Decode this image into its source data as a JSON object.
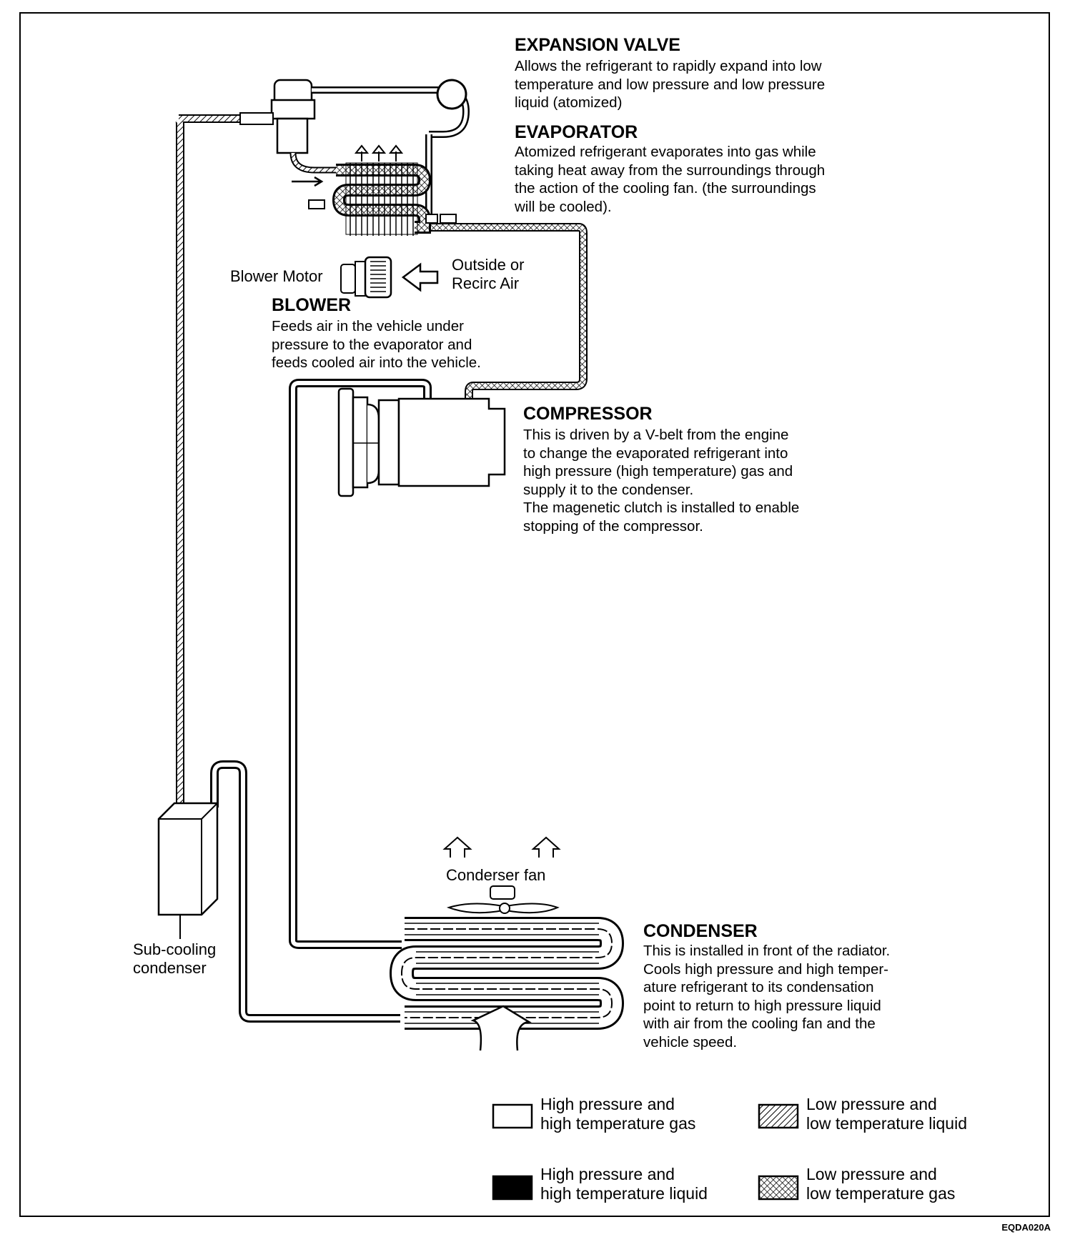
{
  "components": {
    "expansion_valve": {
      "title": "EXPANSION VALVE",
      "description": "Allows the refrigerant to rapidly expand into low\ntemperature and low pressure and low pressure\nliquid (atomized)"
    },
    "evaporator": {
      "title": "EVAPORATOR",
      "description": "Atomized refrigerant evaporates into gas while\ntaking heat away from the surroundings through\nthe action of the cooling fan. (the surroundings\nwill be cooled)."
    },
    "blower": {
      "title": "BLOWER",
      "description": "Feeds air in the vehicle under\npressure to the evaporator and\nfeeds cooled air into the vehicle."
    },
    "compressor": {
      "title": "COMPRESSOR",
      "description": "This is driven by a V-belt from the engine\nto change the evaporated refrigerant into\nhigh pressure (high temperature) gas and\nsupply it to the condenser.\nThe magenetic clutch is installed to enable\nstopping of the compressor."
    },
    "condenser": {
      "title": "CONDENSER",
      "description": "This is installed in front of the radiator.\nCools high pressure and high temper-\nature refrigerant to its condensation\npoint to return to high pressure liquid\nwith air from the cooling fan and the\nvehicle speed."
    }
  },
  "labels": {
    "blower_motor": "Blower Motor",
    "outside_air": "Outside or\nRecirc Air",
    "condenser_fan": "Conderser fan",
    "sub_cooling": "Sub-cooling\ncondenser"
  },
  "legend": [
    {
      "text": "High pressure and\nhigh temperature gas",
      "pattern": "empty"
    },
    {
      "text": "Low pressure and\nlow temperature liquid",
      "pattern": "hatch"
    },
    {
      "text": "High pressure and\nhigh temperature liquid",
      "pattern": "solid"
    },
    {
      "text": "Low pressure and\nlow temperature gas",
      "pattern": "crosshatch"
    }
  ],
  "footer": {
    "code": "EQDA020A"
  }
}
